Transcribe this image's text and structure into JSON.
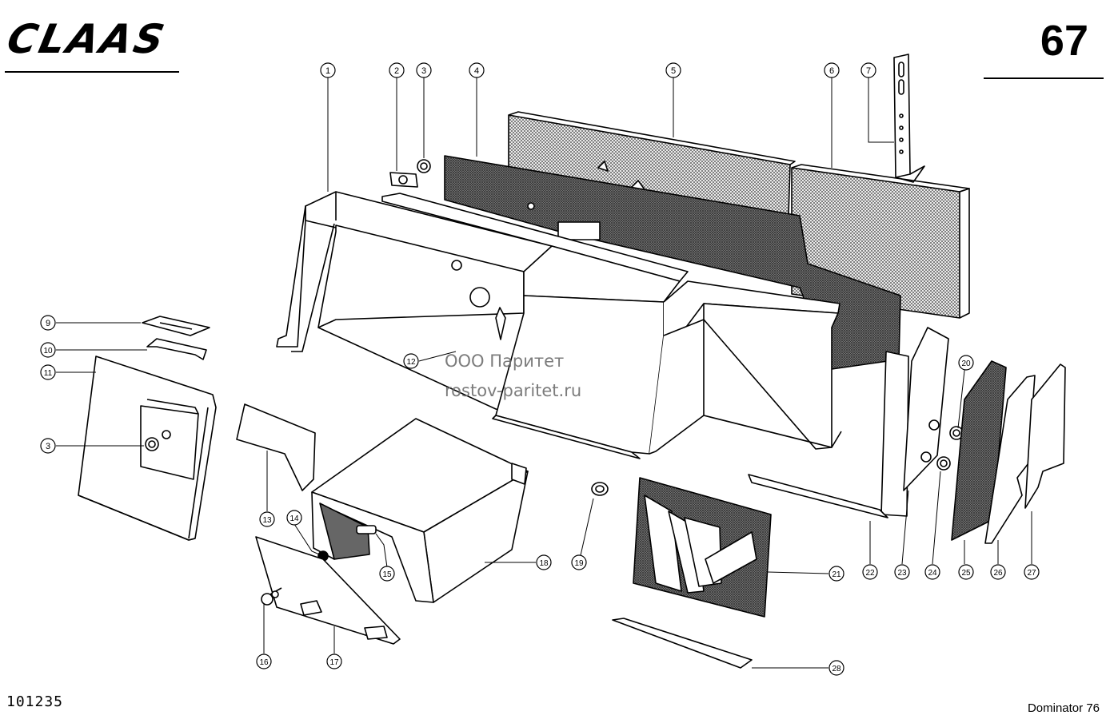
{
  "header": {
    "brand": "CLAAS",
    "page_number": "67"
  },
  "footer": {
    "document_id": "101235",
    "model": "Dominator 76"
  },
  "watermark": {
    "line1": "ООО Паритет",
    "line2": "rostov-paritet.ru"
  },
  "callouts": [
    "1",
    "2",
    "3",
    "4",
    "5",
    "6",
    "7",
    "9",
    "10",
    "11",
    "3",
    "12",
    "13",
    "14",
    "15",
    "16",
    "17",
    "18",
    "19",
    "20",
    "21",
    "22",
    "23",
    "24",
    "25",
    "26",
    "27",
    "28"
  ]
}
